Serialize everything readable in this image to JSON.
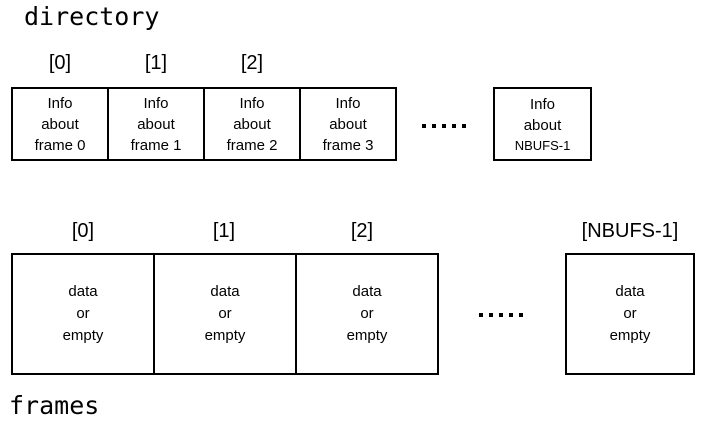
{
  "colors": {
    "background": "#ffffff",
    "line": "#000000",
    "text": "#000000"
  },
  "diagram": {
    "directory": {
      "title": "directory",
      "index_labels": [
        "[0]",
        "[1]",
        "[2]"
      ],
      "cells": [
        {
          "lines": [
            "Info",
            "about",
            "frame 0"
          ]
        },
        {
          "lines": [
            "Info",
            "about",
            "frame 1"
          ]
        },
        {
          "lines": [
            "Info",
            "about",
            "frame 2"
          ]
        },
        {
          "lines": [
            "Info",
            "about",
            "frame 3"
          ]
        }
      ],
      "ellipsis": ".....",
      "last_cell": {
        "lines": [
          "Info",
          "about",
          "NBUFS-1"
        ]
      }
    },
    "frames": {
      "title": "frames",
      "index_labels": [
        "[0]",
        "[1]",
        "[2]",
        "[NBUFS-1]"
      ],
      "cells": [
        {
          "lines": [
            "data",
            "or",
            "empty"
          ]
        },
        {
          "lines": [
            "data",
            "or",
            "empty"
          ]
        },
        {
          "lines": [
            "data",
            "or",
            "empty"
          ]
        }
      ],
      "ellipsis": ".....",
      "last_cell": {
        "lines": [
          "data",
          "or",
          "empty"
        ]
      }
    }
  }
}
